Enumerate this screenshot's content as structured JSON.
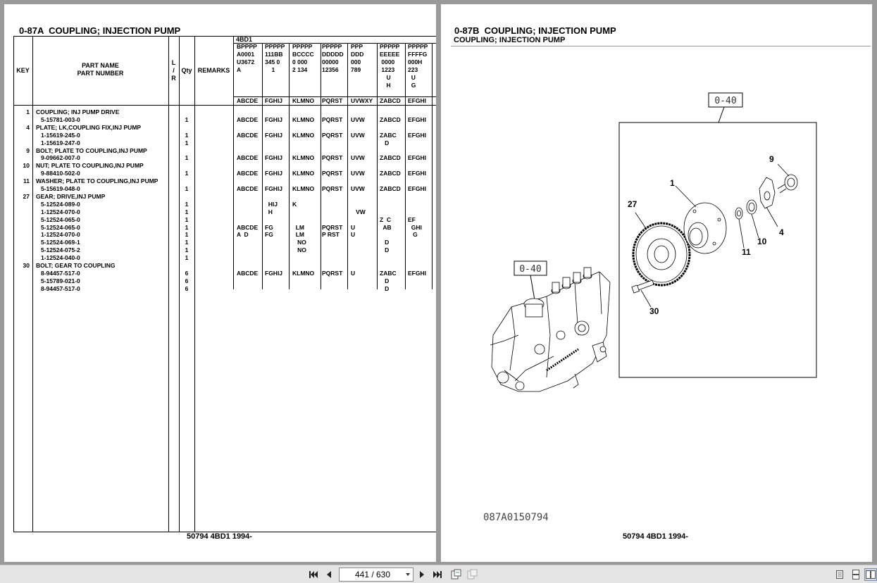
{
  "left_page": {
    "title": "0-87A  COUPLING; INJECTION PUMP",
    "footer": "50794 4BD1 1994-",
    "table": {
      "headers": {
        "key": "KEY",
        "part_name": "PART NAME",
        "part_number": "PART NUMBER",
        "lr_l": "L",
        "lr_slash": "/",
        "lr_r": "R",
        "qty": "Qty",
        "remarks": "REMARKS",
        "model": "4BD1"
      },
      "model_columns": [
        {
          "lines": "BPPPP\nA0001\nU3672\nA",
          "code": "ABCDE"
        },
        {
          "lines": "PPPPP\n111BB\n345 0\n    1",
          "code": "FGHIJ"
        },
        {
          "lines": "PPPPP\nBCCCC\n0 000\n2 134",
          "code": "KLMNO"
        },
        {
          "lines": "PPPPP\nDDDDD\n00000\n12356",
          "code": "PQRST"
        },
        {
          "lines": "PPP\nDDD\n000\n789",
          "code": "UVWXY"
        },
        {
          "lines": "PPPPP\nEEEEE\n 0000\n 1223\n    U\n    H",
          "code": "ZABCD"
        },
        {
          "lines": "PPPPP\nFFFFG\n000H\n223\n  U\n  G",
          "code": "EFGHI"
        }
      ],
      "rows": [
        {
          "key": "1",
          "name": "COUPLING; INJ PUMP DRIVE"
        },
        {
          "pn": "5-15781-003-0",
          "qty": "1",
          "m": [
            "ABCDE",
            "FGHIJ",
            "KLMNO",
            "PQRST",
            "UVW",
            "ZABCD",
            "EFGHI"
          ]
        },
        {
          "key": "4",
          "name": "PLATE; LK,COUPLING FIX,INJ PUMP"
        },
        {
          "pn": "1-15619-245-0",
          "qty": "1",
          "m": [
            "ABCDE",
            "FGHIJ",
            "KLMNO",
            "PQRST",
            "UVW",
            "ZABC",
            "EFGHI"
          ]
        },
        {
          "pn": "1-15619-247-0",
          "qty": "1",
          "m": [
            "",
            "",
            "",
            "",
            "",
            "   D",
            ""
          ]
        },
        {
          "key": "9",
          "name": "BOLT; PLATE TO COUPLING,INJ PUMP"
        },
        {
          "pn": "9-09662-007-0",
          "qty": "1",
          "m": [
            "ABCDE",
            "FGHIJ",
            "KLMNO",
            "PQRST",
            "UVW",
            "ZABCD",
            "EFGHI"
          ]
        },
        {
          "key": "10",
          "name": "NUT; PLATE TO COUPLING,INJ PUMP"
        },
        {
          "pn": "9-88410-502-0",
          "qty": "1",
          "m": [
            "ABCDE",
            "FGHIJ",
            "KLMNO",
            "PQRST",
            "UVW",
            "ZABCD",
            "EFGHI"
          ]
        },
        {
          "key": "11",
          "name": "WASHER; PLATE TO COUPLING,INJ PUMP"
        },
        {
          "pn": "5-15619-048-0",
          "qty": "1",
          "m": [
            "ABCDE",
            "FGHIJ",
            "KLMNO",
            "PQRST",
            "UVW",
            "ZABCD",
            "EFGHI"
          ]
        },
        {
          "key": "27",
          "name": "GEAR; DRIVE,INJ PUMP"
        },
        {
          "pn": "5-12524-089-0",
          "qty": "1",
          "m": [
            "",
            "  HIJ",
            "K",
            "",
            "",
            "",
            ""
          ]
        },
        {
          "pn": "1-12524-070-0",
          "qty": "1",
          "m": [
            "",
            "  H",
            "",
            "",
            "   VW",
            "",
            ""
          ]
        },
        {
          "pn": "5-12524-065-0",
          "qty": "1",
          "m": [
            "",
            "",
            "",
            "",
            "",
            "Z  C",
            "EF"
          ]
        },
        {
          "pn": "5-12524-065-0",
          "qty": "1",
          "m": [
            "ABCDE",
            "FG",
            "  LM",
            "PQRST",
            "U",
            "  AB",
            "  GHI"
          ]
        },
        {
          "pn": "1-12524-070-0",
          "qty": "1",
          "m": [
            "A  D",
            "FG",
            "  LM",
            "P RST",
            "U",
            "",
            "   G"
          ]
        },
        {
          "pn": "5-12524-069-1",
          "qty": "1",
          "m": [
            "",
            "",
            "   NO",
            "",
            "",
            "   D",
            ""
          ]
        },
        {
          "pn": "5-12524-075-2",
          "qty": "1",
          "m": [
            "",
            "",
            "   NO",
            "",
            "",
            "   D",
            ""
          ]
        },
        {
          "pn": "1-12524-040-0",
          "qty": "1",
          "m": [
            "",
            "",
            "",
            "",
            "",
            "",
            ""
          ]
        },
        {
          "key": "30",
          "name": "BOLT; GEAR TO COUPLING"
        },
        {
          "pn": "8-94457-517-0",
          "qty": "6",
          "m": [
            "ABCDE",
            "FGHIJ",
            "KLMNO",
            "PQRST",
            "U",
            "ZABC",
            "EFGHI"
          ]
        },
        {
          "pn": "5-15789-021-0",
          "qty": "6",
          "m": [
            "",
            "",
            "",
            "",
            "",
            "   D",
            ""
          ]
        },
        {
          "pn": "8-94457-517-0",
          "qty": "6",
          "m": [
            "",
            "",
            "",
            "",
            "",
            "   D",
            ""
          ]
        }
      ]
    }
  },
  "right_page": {
    "title": "0-87B  COUPLING; INJECTION PUMP",
    "subtitle": "COUPLING; INJECTION PUMP",
    "footer": "50794 4BD1 1994-",
    "diagram": {
      "ref_labels": [
        "0-40",
        "0-40"
      ],
      "callouts": [
        "9",
        "1",
        "27",
        "4",
        "10",
        "11",
        "30"
      ],
      "drawing_code": "087A0150794"
    }
  },
  "toolbar": {
    "page_indicator": "441 / 630",
    "icons": [
      "first-page-icon",
      "prev-page-icon",
      "next-page-icon",
      "last-page-icon",
      "fit-width-icon",
      "fit-page-icon",
      "single-page-icon",
      "continuous-icon",
      "two-page-icon"
    ]
  }
}
